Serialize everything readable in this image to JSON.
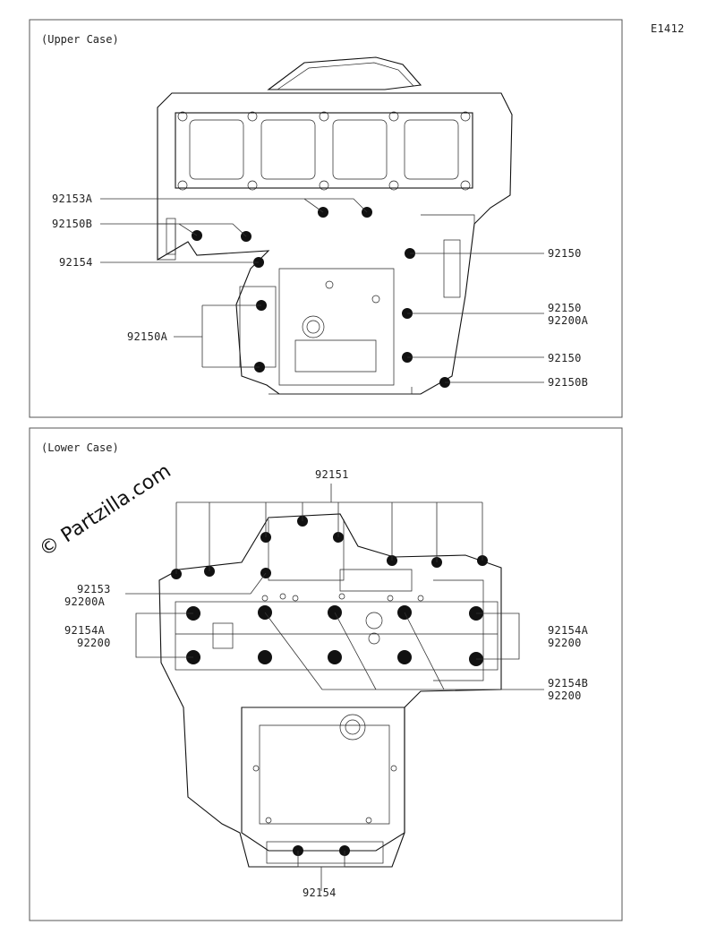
{
  "diagram_code": "E1412",
  "watermark": "© Partzilla.com",
  "upper": {
    "title": "(Upper Case)",
    "labels": [
      "92153A",
      "92150B",
      "92154",
      "92150A",
      "92150",
      "92150",
      "92200A",
      "92150",
      "92150B"
    ]
  },
  "lower": {
    "title": "(Lower Case)",
    "labels": [
      "92151",
      "92153",
      "92200A",
      "92154A",
      "92200",
      "92154A",
      "92200",
      "92154B",
      "92200",
      "92154"
    ]
  }
}
